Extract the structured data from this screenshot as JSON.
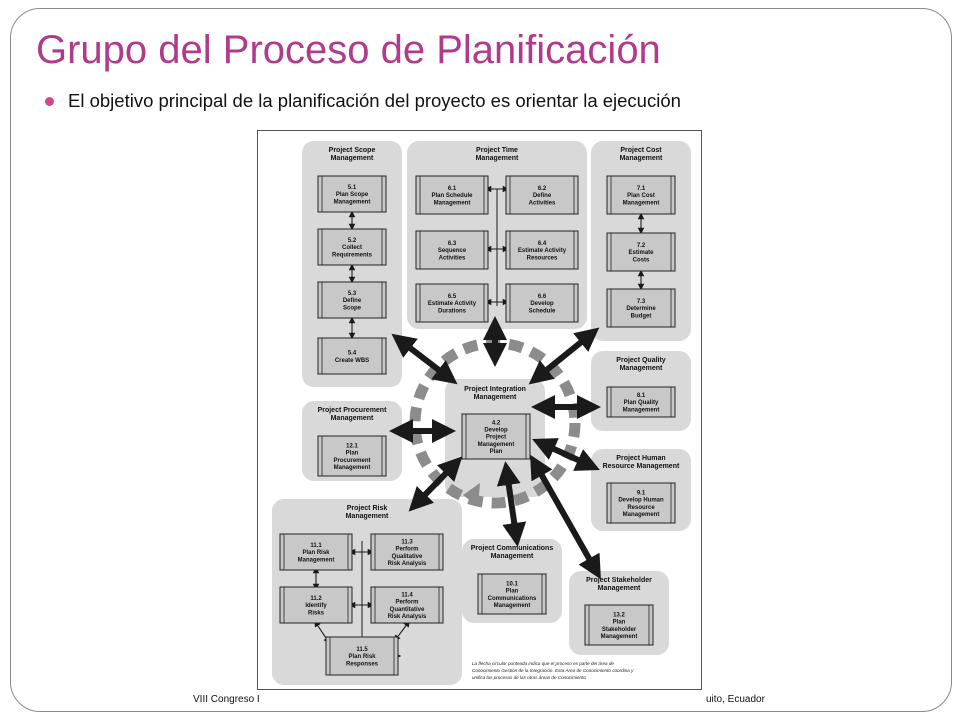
{
  "slide": {
    "title": "Grupo del Proceso de Planificación",
    "bullet": "El objetivo principal de la planificación del proyecto es orientar la ejecución",
    "footer_left": "VIII Congreso I",
    "footer_right": "uito, Ecuador"
  },
  "diagram": {
    "areas": {
      "scope": {
        "title": [
          "Project Scope",
          "Management"
        ],
        "processes": [
          [
            "5.1",
            "Plan Scope",
            "Management"
          ],
          [
            "5.2",
            "Collect",
            "Requirements"
          ],
          [
            "5.3",
            "Define",
            "Scope"
          ],
          [
            "5.4",
            "Create WBS"
          ]
        ]
      },
      "time": {
        "title": [
          "Project Time",
          "Management"
        ],
        "processes": [
          [
            "6.1",
            "Plan Schedule",
            "Management"
          ],
          [
            "6.2",
            "Define",
            "Activities"
          ],
          [
            "6.3",
            "Sequence",
            "Activities"
          ],
          [
            "6.4",
            "Estimate Activity",
            "Resources"
          ],
          [
            "6.5",
            "Estimate Activity",
            "Durations"
          ],
          [
            "6.6",
            "Develop",
            "Schedule"
          ]
        ]
      },
      "cost": {
        "title": [
          "Project Cost",
          "Management"
        ],
        "processes": [
          [
            "7.1",
            "Plan Cost",
            "Management"
          ],
          [
            "7.2",
            "Estimate",
            "Costs"
          ],
          [
            "7.3",
            "Determine",
            "Budget"
          ]
        ]
      },
      "quality": {
        "title": [
          "Project Quality",
          "Management"
        ],
        "processes": [
          [
            "8.1",
            "Plan Quality",
            "Management"
          ]
        ]
      },
      "hr": {
        "title": [
          "Project Human",
          "Resource Management"
        ],
        "processes": [
          [
            "9.1",
            "Develop Human",
            "Resource",
            "Management"
          ]
        ]
      },
      "procurement": {
        "title": [
          "Project Procurement",
          "Management"
        ],
        "processes": [
          [
            "12.1",
            "Plan",
            "Procurement",
            "Management"
          ]
        ]
      },
      "integration": {
        "title": [
          "Project Integration",
          "Management"
        ],
        "processes": [
          [
            "4.2",
            "Develop",
            "Project",
            "Management",
            "Plan"
          ]
        ]
      },
      "risk": {
        "title": [
          "Project Risk",
          "Management"
        ],
        "processes": [
          [
            "11.1",
            "Plan Risk",
            "Management"
          ],
          [
            "11.3",
            "Perform",
            "Qualitative",
            "Risk Analysis"
          ],
          [
            "11.2",
            "Identify",
            "Risks"
          ],
          [
            "11.4",
            "Perform",
            "Quantitative",
            "Risk Analysis"
          ],
          [
            "11.5",
            "Plan Risk",
            "Responses"
          ]
        ]
      },
      "communications": {
        "title": [
          "Project Communications",
          "Management"
        ],
        "processes": [
          [
            "10.1",
            "Plan",
            "Communications",
            "Management"
          ]
        ]
      },
      "stakeholder": {
        "title": [
          "Project Stakeholder",
          "Management"
        ],
        "processes": [
          [
            "13.2",
            "Plan",
            "Stakeholder",
            "Management"
          ]
        ]
      }
    },
    "note": [
      "La flecha circular punteada indica que el proceso es parte del área de",
      "Conocimiento Gestión de la Integración. Esta Área de Conocimiento coordina y",
      "unifica los procesos de las otras áreas de Conocimiento"
    ]
  },
  "colors": {
    "title": "#b03a8c",
    "bullet": "#d0478a",
    "panel": "#d9d9d9",
    "box": "#c8c8c8",
    "arrow": "#1a1a1a",
    "dashed_circle": "#8c8c8c"
  }
}
